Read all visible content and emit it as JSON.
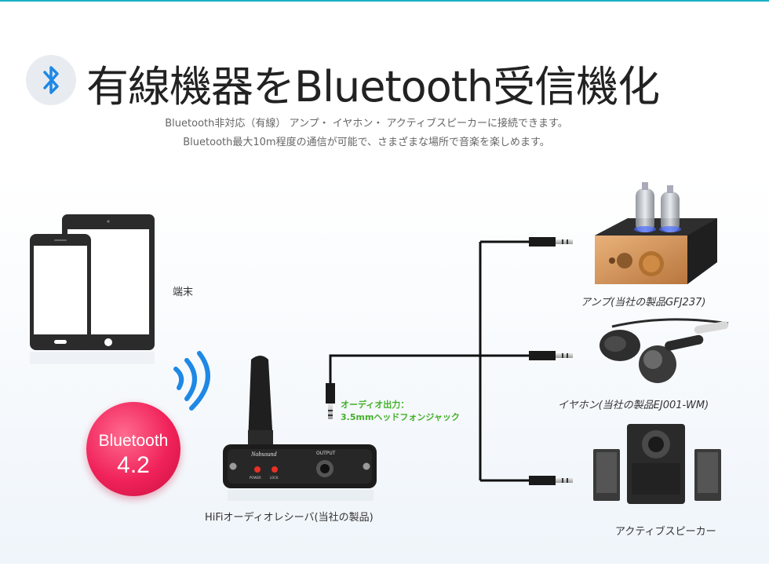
{
  "header": {
    "title": "有線機器をBluetooth受信機化",
    "subtitle_1": "Bluetooth非対応（有線） アンプ・ イヤホン・ アクティブスピーカーに接続できます。",
    "subtitle_2": "Bluetooth最大10m程度の通信が可能で、さまざまな場所で音楽を楽しめます。",
    "icon": "bluetooth-icon"
  },
  "devices": {
    "terminal_label": "端末",
    "badge_line1": "Bluetooth",
    "badge_line2": "4.2",
    "receiver_label": "HiFiオーディオレシーバ(当社の製品)",
    "receiver_brand": "Nobsound",
    "receiver_output": "OUTPUT",
    "receiver_power": "POWER",
    "receiver_lock": "LOCK",
    "audio_out_line1": "オーディオ出力：",
    "audio_out_line2": "3.5mmヘッドフォンジャック",
    "amp_label": "アンプ(当社の製品GFJ237)",
    "earphone_label": "イヤホン(当社の製品EJ001-WM)",
    "speaker_label": "アクティブスピーカー"
  },
  "colors": {
    "accent_line": "#19b0c8",
    "bluetooth_blue": "#1e88e5",
    "badge_red": "#f0225a",
    "green_text": "#43b02a"
  }
}
